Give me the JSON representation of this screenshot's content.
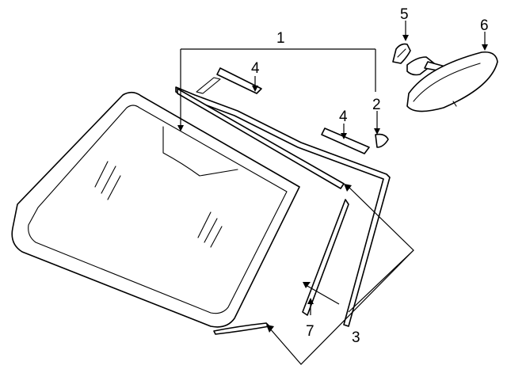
{
  "callouts": {
    "c1": "1",
    "c2": "2",
    "c3": "3",
    "c4a": "4",
    "c4b": "4",
    "c5": "5",
    "c6": "6",
    "c7": "7"
  },
  "colors": {
    "line": "#000000",
    "background": "#ffffff"
  }
}
